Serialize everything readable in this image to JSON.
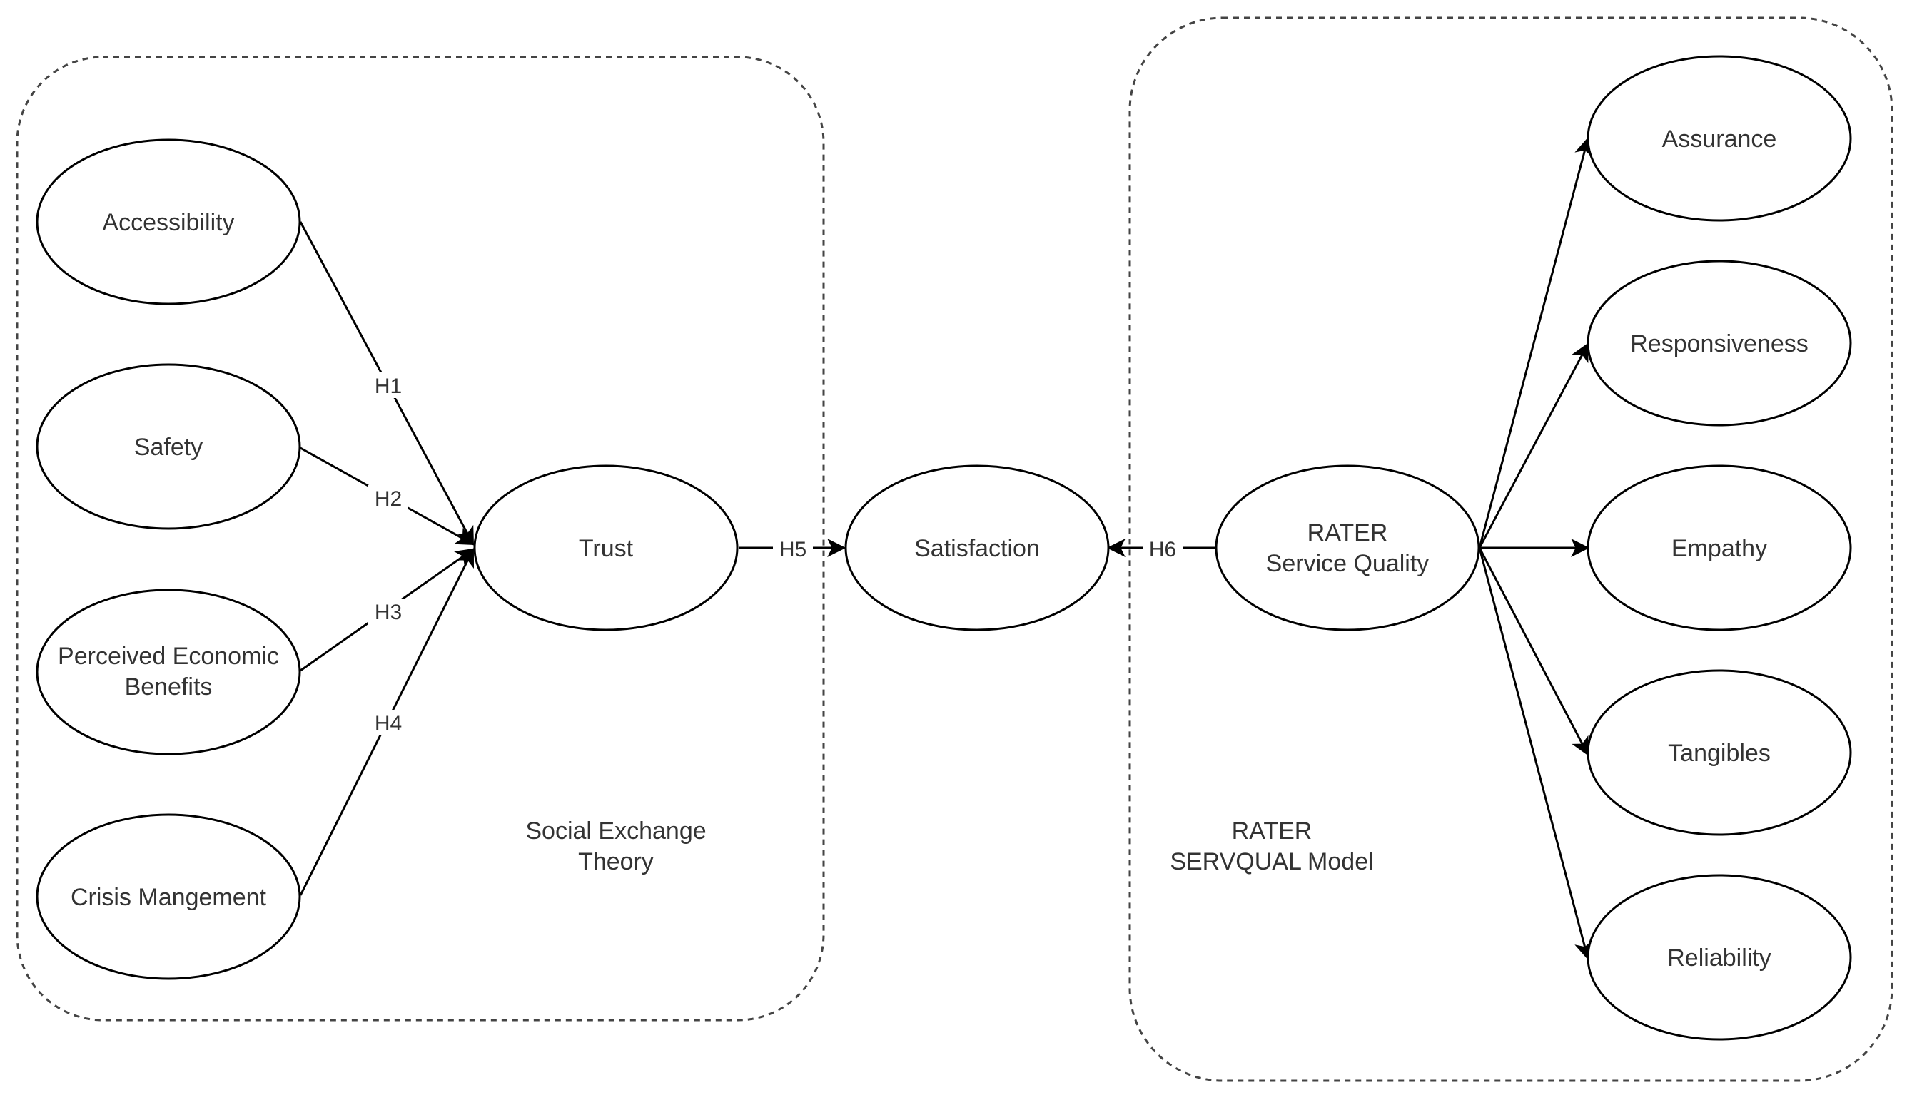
{
  "groups": {
    "social_exchange": {
      "line1": "Social Exchange",
      "line2": "Theory"
    },
    "servqual": {
      "line1": "RATER",
      "line2": "SERVQUAL Model"
    }
  },
  "nodes": {
    "accessibility": "Accessibility",
    "safety": "Safety",
    "peb_line1": "Perceived Economic",
    "peb_line2": "Benefits",
    "crisis": "Crisis Mangement",
    "trust": "Trust",
    "satisfaction": "Satisfaction",
    "rater_line1": "RATER",
    "rater_line2": "Service Quality",
    "assurance": "Assurance",
    "responsiveness": "Responsiveness",
    "empathy": "Empathy",
    "tangibles": "Tangibles",
    "reliability": "Reliability"
  },
  "hypotheses": {
    "h1": "H1",
    "h2": "H2",
    "h3": "H3",
    "h4": "H4",
    "h5": "H5",
    "h6": "H6"
  },
  "colors": {
    "stroke": "#000000",
    "text": "#333333",
    "group_border": "#444444",
    "background": "#ffffff"
  }
}
